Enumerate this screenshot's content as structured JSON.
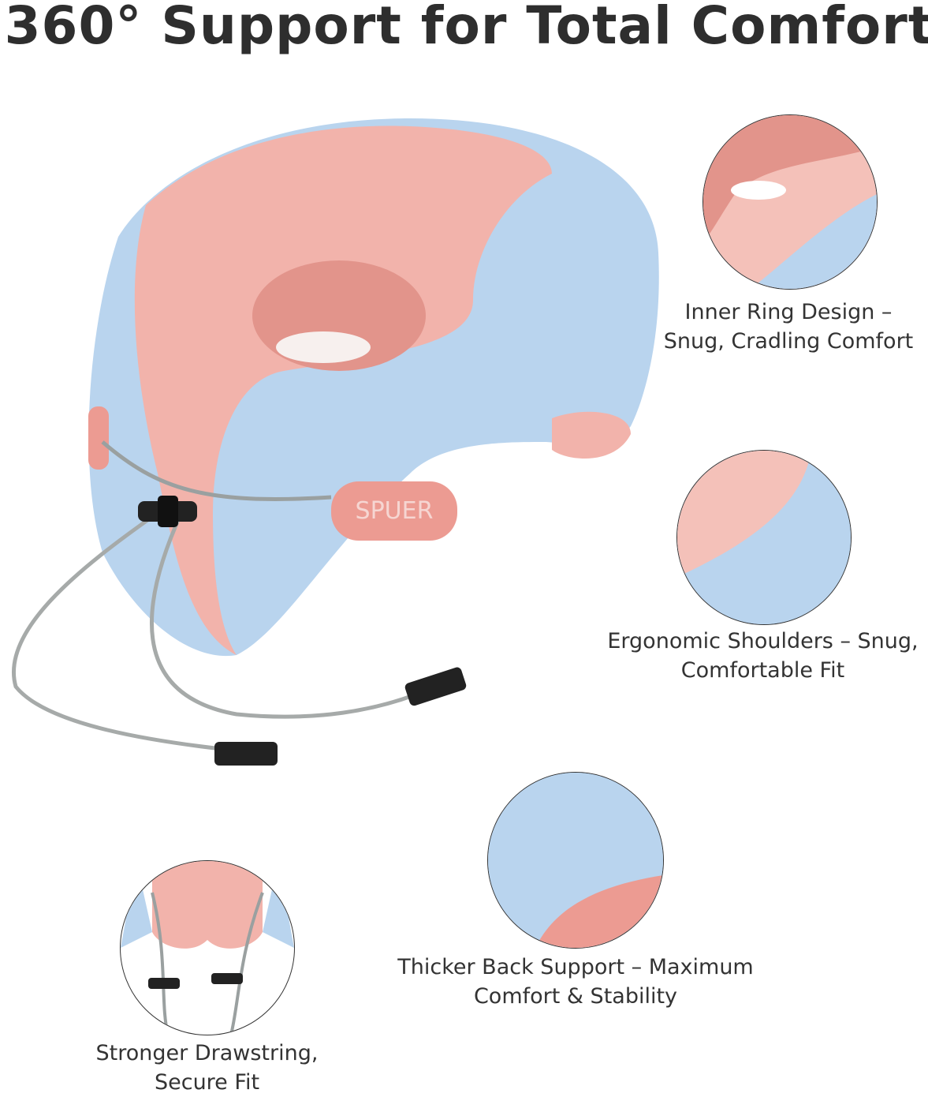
{
  "title": "360° Support for Total Comfort",
  "brand_label": "SPUER",
  "colors": {
    "pink": "#f2b3ab",
    "blue": "#b9d4ee",
    "text": "#333333"
  },
  "features": [
    {
      "line1": "Inner Ring Design –",
      "line2": "Snug, Cradling Comfort"
    },
    {
      "line1": "Ergonomic Shoulders – Snug,",
      "line2": "Comfortable Fit"
    },
    {
      "line1": "Thicker Back Support – Maximum",
      "line2": "Comfort & Stability"
    },
    {
      "line1": "Stronger Drawstring,",
      "line2": "Secure Fit"
    }
  ]
}
